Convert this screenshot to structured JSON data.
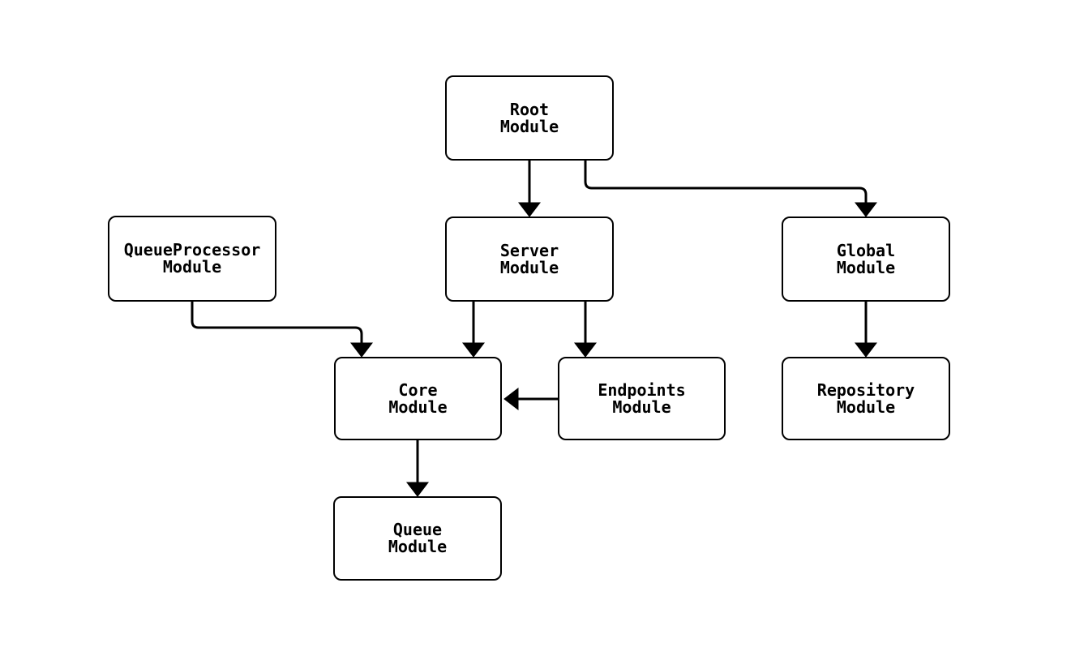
{
  "diagram": {
    "type": "module-dependency-flowchart",
    "colors": {
      "background": "#ffffff",
      "node_fill": "#ffffff",
      "node_stroke": "#000000",
      "edge_stroke": "#000000",
      "text": "#000000"
    },
    "nodes": [
      {
        "id": "root",
        "label": "Root\nModule"
      },
      {
        "id": "queueprocessor",
        "label": "QueueProcessor\nModule"
      },
      {
        "id": "server",
        "label": "Server\nModule"
      },
      {
        "id": "global",
        "label": "Global\nModule"
      },
      {
        "id": "core",
        "label": "Core\nModule"
      },
      {
        "id": "endpoints",
        "label": "Endpoints\nModule"
      },
      {
        "id": "repository",
        "label": "Repository\nModule"
      },
      {
        "id": "queue",
        "label": "Queue\nModule"
      }
    ],
    "edges": [
      {
        "from": "Root Module",
        "to": "Server Module"
      },
      {
        "from": "Root Module",
        "to": "Global Module"
      },
      {
        "from": "QueueProcessor Module",
        "to": "Core Module"
      },
      {
        "from": "Server Module",
        "to": "Core Module"
      },
      {
        "from": "Server Module",
        "to": "Endpoints Module"
      },
      {
        "from": "Endpoints Module",
        "to": "Core Module"
      },
      {
        "from": "Global Module",
        "to": "Repository Module"
      },
      {
        "from": "Core Module",
        "to": "Queue Module"
      }
    ]
  }
}
